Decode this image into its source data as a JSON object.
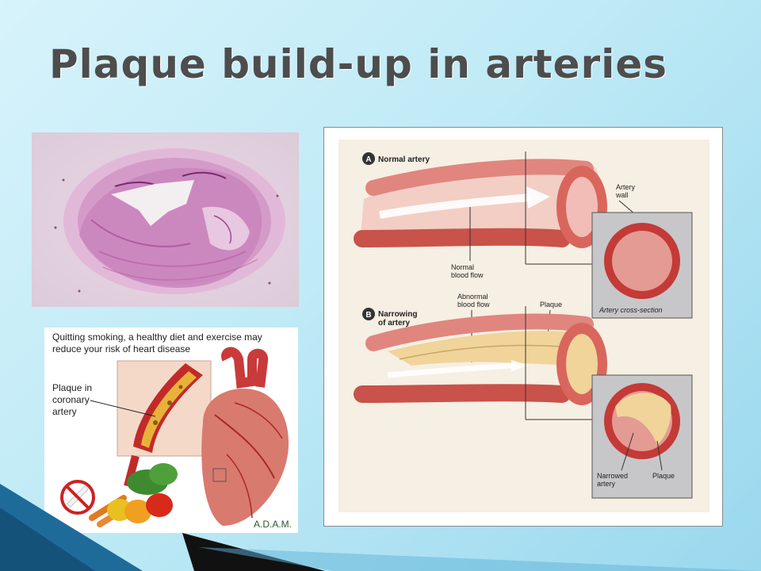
{
  "slide": {
    "title": "Plaque build-up in arteries"
  },
  "adam_panel": {
    "caption_line1": "Quitting smoking, a healthy diet and exercise may",
    "caption_line2": "reduce your risk of heart disease",
    "label_line1": "Plaque in",
    "label_line2": "coronary",
    "label_line3": "artery",
    "logo": "A.D.A.M."
  },
  "artery_panel": {
    "section_a_letter": "A",
    "section_a_title": "Normal artery",
    "artery_wall_line1": "Artery",
    "artery_wall_line2": "wall",
    "normal_flow_line1": "Normal",
    "normal_flow_line2": "blood flow",
    "cross_section_caption": "Artery cross-section",
    "section_b_letter": "B",
    "section_b_title_line1": "Narrowing",
    "section_b_title_line2": "of artery",
    "abnormal_flow_line1": "Abnormal",
    "abnormal_flow_line2": "blood flow",
    "plaque_label": "Plaque",
    "narrowed_line1": "Narrowed",
    "narrowed_line2": "artery",
    "plaque_label_2": "Plaque"
  }
}
